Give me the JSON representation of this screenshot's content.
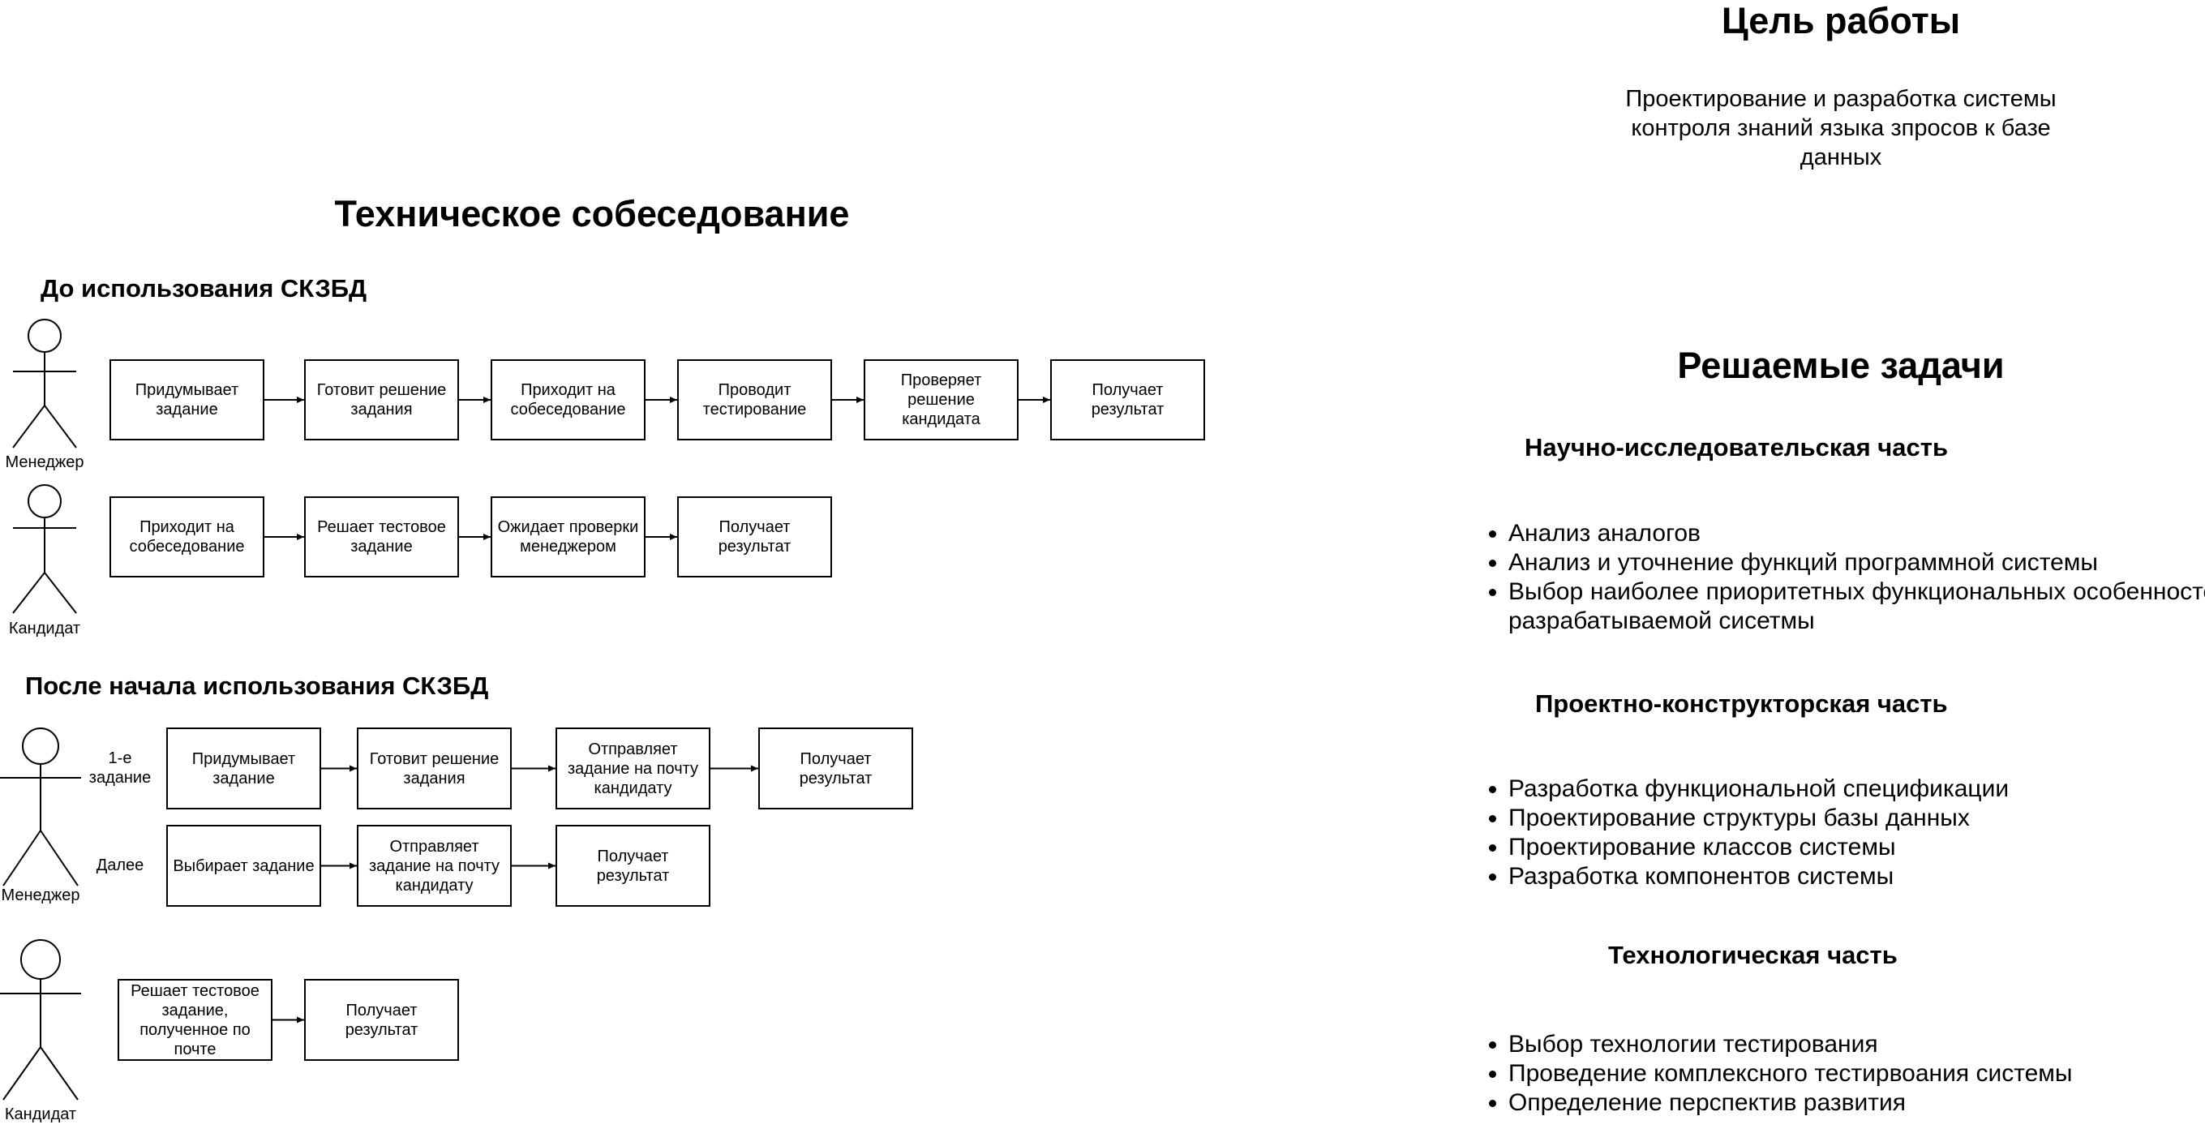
{
  "diagram": {
    "title": "Техническое собеседование",
    "before": {
      "heading": "До использования СКЗБД",
      "manager": {
        "label": "Менеджер",
        "steps": [
          "Придумывает\nзадание",
          "Готовит решение\nзадания",
          "Приходит на\nсобеседование",
          "Проводит\nтестирование",
          "Проверяет\nрешение\nкандидата",
          "Получает\nрезультат"
        ]
      },
      "candidate": {
        "label": "Кандидат",
        "steps": [
          "Приходит на\nсобеседование",
          "Решает тестовое\nзадание",
          "Ожидает проверки\nменеджером",
          "Получает\nрезультат"
        ]
      }
    },
    "after": {
      "heading": "После начала использования СКЗБД",
      "manager": {
        "label": "Менеджер",
        "first_label": "1-е\nзадание",
        "first_steps": [
          "Придумывает\nзадание",
          "Готовит решение\nзадания",
          "Отправляет\nзадание на почту\nкандидату",
          "Получает\nрезультат"
        ],
        "next_label": "Далее",
        "next_steps": [
          "Выбирает задание",
          "Отправляет\nзадание на почту\nкандидату",
          "Получает\nрезультат"
        ]
      },
      "candidate": {
        "label": "Кандидат",
        "steps": [
          "Решает тестовое\nзадание,\nполученное по\nпочте",
          "Получает\nрезультат"
        ]
      }
    }
  },
  "goal": {
    "title": "Цель работы",
    "text": "Проектирование и разработка системы\nконтроля знаний языка зпросов к базе\nданных"
  },
  "tasks": {
    "title": "Решаемые задачи",
    "research": {
      "title": "Научно-исследовательская часть",
      "items": [
        "Анализ аналогов",
        "Анализ и уточнение функций программной системы",
        "Выбор наиболее приоритетных функциональных особенностей разрабатываемой сисетмы"
      ]
    },
    "design": {
      "title": "Проектно-конструкторская часть",
      "items": [
        "Разработка функциональной спецификации",
        "Проектирование структуры базы данных",
        "Проектирование классов системы",
        "Разработка компонентов системы"
      ]
    },
    "tech": {
      "title": "Технологическая часть",
      "items": [
        "Выбор технологии тестирования",
        "Проведение комплексного тестирвоания системы",
        "Определение перспектив развития"
      ]
    }
  }
}
